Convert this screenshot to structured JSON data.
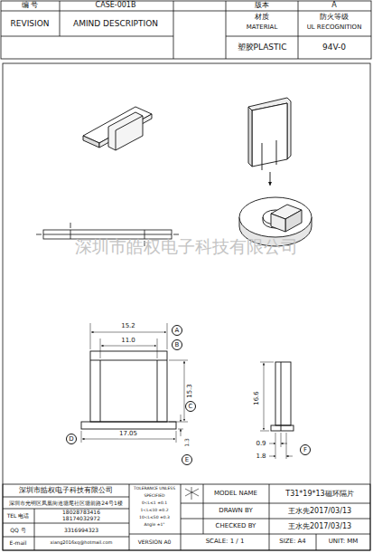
{
  "diagram": {
    "nodes": [
      {
        "text": [
          "A"
        ]
      },
      {
        "text": [
          "B"
        ]
      },
      {
        "text": [
          "C"
        ]
      },
      {
        "text": [
          "D"
        ]
      },
      {
        "text": [
          "E"
        ]
      },
      {
        "text": [
          "F"
        ]
      }
    ],
    "labels": [
      "编 号",
      "CASE-001B",
      "版本",
      "A",
      "REVISION",
      "AMIND DESCRIPTION",
      "材质",
      "MATERIAL",
      "防火等级",
      "UL RECOGNITION",
      "塑胶PLASTIC",
      "94V-0",
      "深圳市皓权电子科技有限公司",
      "15.2",
      "11.0",
      "15.3",
      "17.05",
      "1.3",
      "16.6",
      "0.9",
      "1.8",
      "深圳市皓权电子科技有限公司",
      "深圳市光明区凤凰街道塘尾社区塘前路24号1楼",
      "TEL 电话",
      "18028783416 18174032972",
      "QQ 号",
      "3316994323",
      "E-mail",
      "xiang2016xq@hotmail.com",
      "TOLERANCE UNLESS",
      "SPECIFIED",
      "0<L≤1 ±0.1",
      "1<L≤10 ±0.2",
      "10<L≤50 ±0.3",
      "Angle ±1°",
      "VERSION A0",
      "MODEL NAME",
      "T31*19*13磁环隔片",
      "DRAWN BY",
      "王水先2017/03/13",
      "CHECKED BY",
      "王水先2017/03/13",
      "SCALE: 1 / 1",
      "SIZE: A4",
      "UNIT: MM"
    ]
  }
}
